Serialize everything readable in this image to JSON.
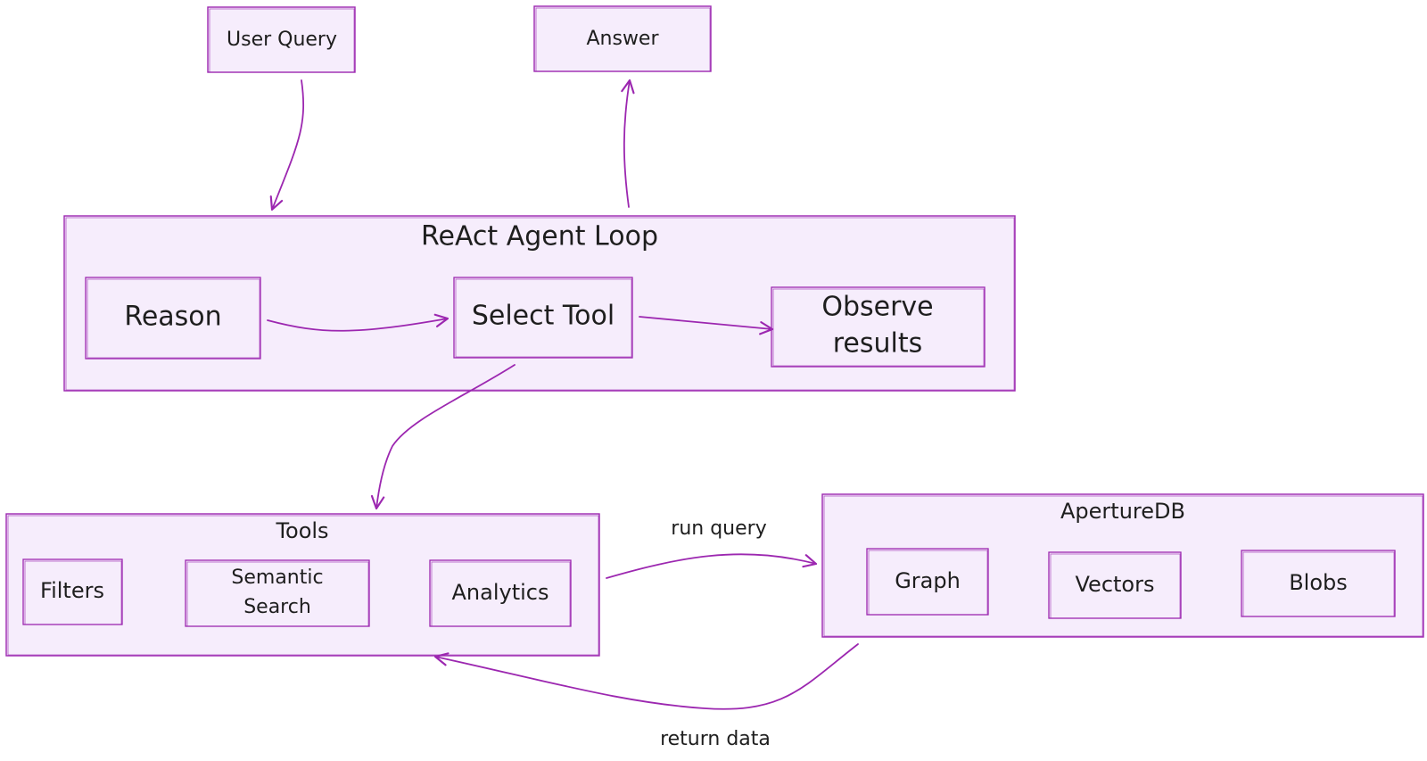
{
  "nodes": {
    "user_query": "User Query",
    "answer": "Answer",
    "react_loop": "ReAct Agent Loop",
    "reason": "Reason",
    "select_tool": "Select Tool",
    "observe_line1": "Observe",
    "observe_line2": "results",
    "tools": "Tools",
    "filters": "Filters",
    "semantic_line1": "Semantic",
    "semantic_line2": "Search",
    "analytics": "Analytics",
    "aperturedb": "ApertureDB",
    "graph": "Graph",
    "vectors": "Vectors",
    "blobs": "Blobs"
  },
  "edges": {
    "run_query": "run query",
    "return_data": "return data"
  },
  "colors": {
    "stroke": "#9c27b0",
    "fill": "#f6edfc",
    "text": "#1e1e1e"
  }
}
